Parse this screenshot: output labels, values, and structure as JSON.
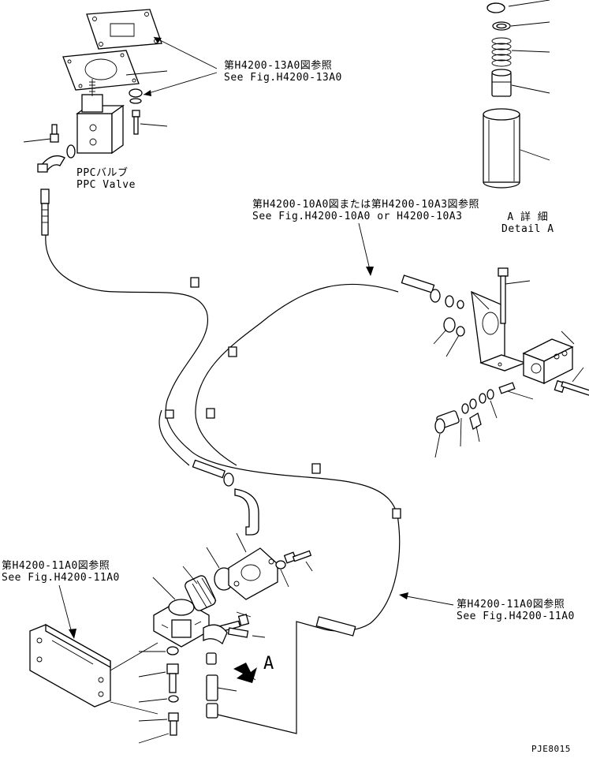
{
  "labels": {
    "ref_13a0_jp": "第H4200-13A0図参照",
    "ref_13a0_en": "See Fig.H4200-13A0",
    "ppc_jp": "PPCバルブ",
    "ppc_en": "PPC Valve",
    "ref_10a0_jp": "第H4200-10A0図または第H4200-10A3図参照",
    "ref_10a0_en": "See Fig.H4200-10A0 or H4200-10A3",
    "detail_jp": "A 詳 細",
    "detail_en": "Detail A",
    "ref_11a0_left_jp": "第H4200-11A0図参照",
    "ref_11a0_left_en": "See Fig.H4200-11A0",
    "ref_11a0_right_jp": "第H4200-11A0図参照",
    "ref_11a0_right_en": "See Fig.H4200-11A0",
    "view_arrow": "A",
    "drawing_code": "PJE8015"
  }
}
